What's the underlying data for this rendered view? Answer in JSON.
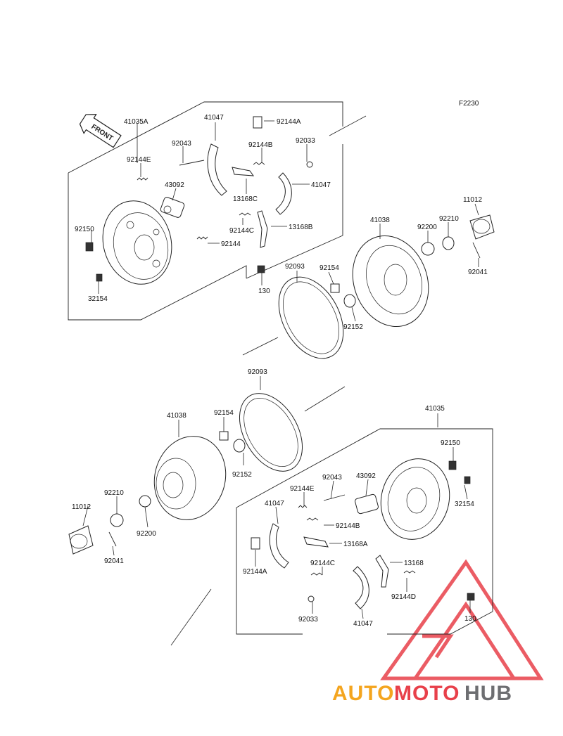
{
  "figure_code": "F2230",
  "front_label": "FRONT",
  "colors": {
    "watermark_red": "#e8404a",
    "watermark_orange": "#f4a51f",
    "watermark_gray": "#6d6e71"
  },
  "watermark": {
    "part1": "AUTO",
    "part2": "MOTO",
    "part3": "HUB"
  },
  "callouts": [
    "41035A",
    "41047",
    "92144A",
    "92043",
    "92144B",
    "92033",
    "92144E",
    "43092",
    "41047",
    "13168C",
    "92150",
    "92144C",
    "13168B",
    "92144",
    "32154",
    "130",
    "41038",
    "92200",
    "92210",
    "11012",
    "92093",
    "92154",
    "92041",
    "92152",
    "92093",
    "41038",
    "92154",
    "41035",
    "92152",
    "92150",
    "92210",
    "11012",
    "92200",
    "92041",
    "92043",
    "43092",
    "92144E",
    "32154",
    "41047",
    "92144B",
    "13168A",
    "92144A",
    "92144C",
    "13168",
    "92144D",
    "92033",
    "41047",
    "130"
  ]
}
